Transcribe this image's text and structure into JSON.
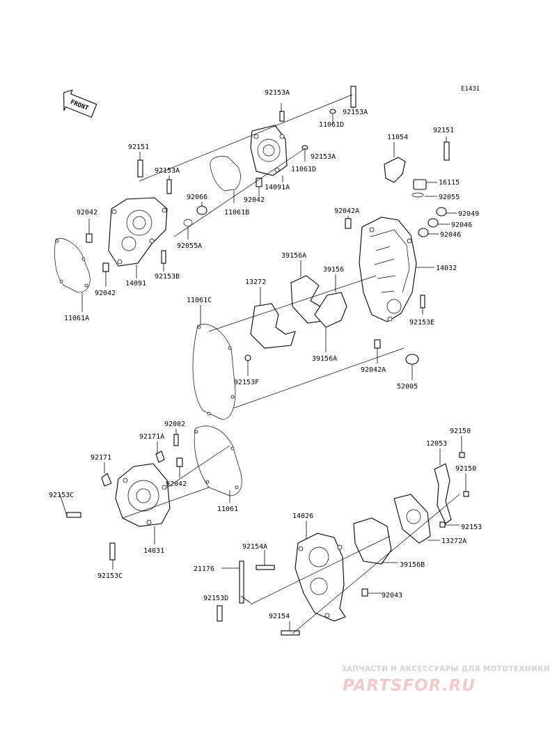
{
  "diagram_code": "E1431",
  "front_label": "FRONT",
  "watermark": {
    "tagline": "ЗАПЧАСТИ И АКСЕССУАРЫ ДЛЯ МОТОТЕХНИКИ",
    "logo": "PARTSFOR.RU"
  },
  "part_labels": [
    {
      "id": "p01",
      "text": "92153A"
    },
    {
      "id": "p02",
      "text": "92153A"
    },
    {
      "id": "p03",
      "text": "11061D"
    },
    {
      "id": "p04",
      "text": "92153A"
    },
    {
      "id": "p05",
      "text": "11061D"
    },
    {
      "id": "p06",
      "text": "92151"
    },
    {
      "id": "p07",
      "text": "92153A"
    },
    {
      "id": "p08",
      "text": "92066"
    },
    {
      "id": "p09",
      "text": "14091A"
    },
    {
      "id": "p10",
      "text": "92042"
    },
    {
      "id": "p11",
      "text": "11061B"
    },
    {
      "id": "p12",
      "text": "92042"
    },
    {
      "id": "p13",
      "text": "92055A"
    },
    {
      "id": "p14",
      "text": "14091"
    },
    {
      "id": "p15",
      "text": "92153B"
    },
    {
      "id": "p16",
      "text": "92042"
    },
    {
      "id": "p17",
      "text": "11061A"
    },
    {
      "id": "p18",
      "text": "11054"
    },
    {
      "id": "p19",
      "text": "92151"
    },
    {
      "id": "p20",
      "text": "16115"
    },
    {
      "id": "p21",
      "text": "92055"
    },
    {
      "id": "p22",
      "text": "92042A"
    },
    {
      "id": "p23",
      "text": "92049"
    },
    {
      "id": "p24",
      "text": "92046"
    },
    {
      "id": "p25",
      "text": "92046"
    },
    {
      "id": "p26",
      "text": "39156A"
    },
    {
      "id": "p27",
      "text": "14032"
    },
    {
      "id": "p28",
      "text": "13272"
    },
    {
      "id": "p29",
      "text": "39156"
    },
    {
      "id": "p30",
      "text": "11061C"
    },
    {
      "id": "p31",
      "text": "92153E"
    },
    {
      "id": "p32",
      "text": "39156A"
    },
    {
      "id": "p33",
      "text": "92042A"
    },
    {
      "id": "p34",
      "text": "92153F"
    },
    {
      "id": "p35",
      "text": "52005"
    },
    {
      "id": "p36",
      "text": "92002"
    },
    {
      "id": "p37",
      "text": "92171A"
    },
    {
      "id": "p38",
      "text": "92150"
    },
    {
      "id": "p39",
      "text": "92171"
    },
    {
      "id": "p40",
      "text": "12053"
    },
    {
      "id": "p41",
      "text": "92150"
    },
    {
      "id": "p42",
      "text": "92042"
    },
    {
      "id": "p43",
      "text": "92153C"
    },
    {
      "id": "p44",
      "text": "11061"
    },
    {
      "id": "p45",
      "text": "14026"
    },
    {
      "id": "p46",
      "text": "92153"
    },
    {
      "id": "p47",
      "text": "14031"
    },
    {
      "id": "p48",
      "text": "13272A"
    },
    {
      "id": "p49",
      "text": "92154A"
    },
    {
      "id": "p50",
      "text": "39156B"
    },
    {
      "id": "p51",
      "text": "92153C"
    },
    {
      "id": "p52",
      "text": "21176"
    },
    {
      "id": "p53",
      "text": "92043"
    },
    {
      "id": "p54",
      "text": "92153D"
    },
    {
      "id": "p55",
      "text": "92154"
    }
  ]
}
